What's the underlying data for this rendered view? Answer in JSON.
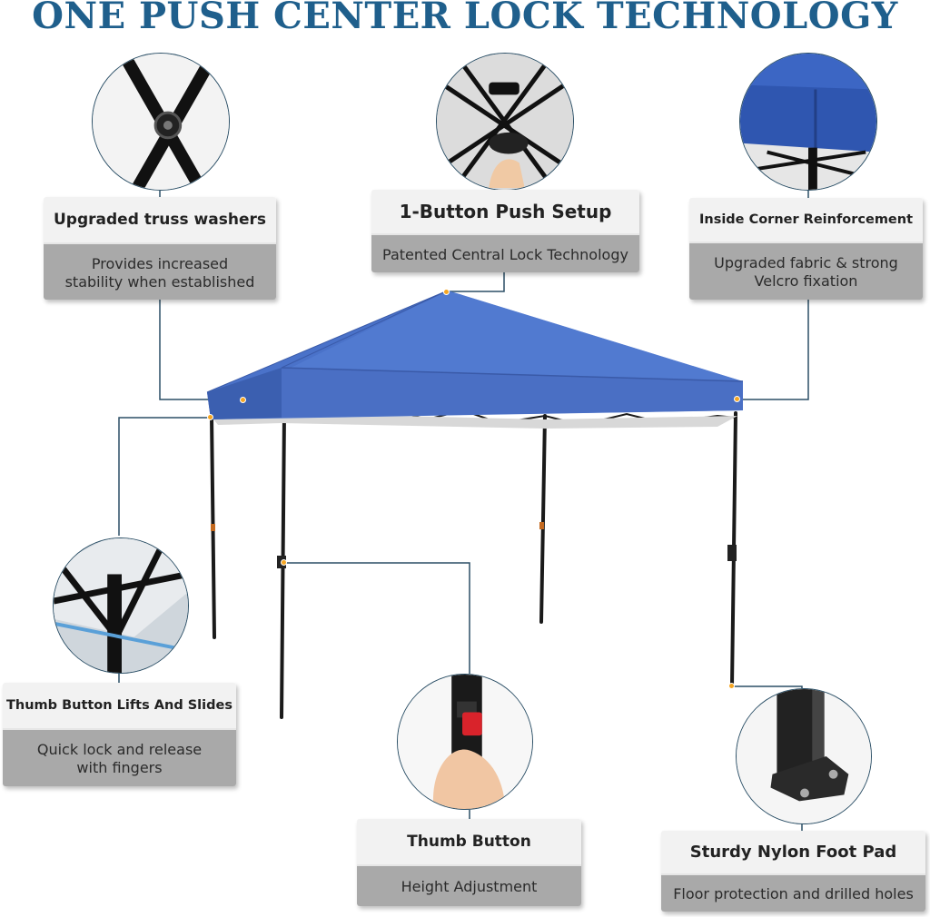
{
  "title": "ONE PUSH CENTER LOCK TECHNOLOGY",
  "colors": {
    "title": "#1f5f8c",
    "canopy": "#4a72c9",
    "canopy_dark": "#3b5fb0",
    "frame": "#1a1a1a",
    "leader_line": "#2b4f66",
    "marker": "#f5a623",
    "card_head": "#f2f2f2",
    "card_body": "#a9a9a9"
  },
  "features": [
    {
      "heading": "Upgraded truss washers",
      "body": "Provides increased\nstability when established",
      "icon": "truss-washer-closeup"
    },
    {
      "heading": "1-Button Push Setup",
      "body": "Patented Central Lock Technology",
      "icon": "center-lock-hub-closeup"
    },
    {
      "heading": "Inside Corner Reinforcement",
      "body": "Upgraded fabric & strong\nVelcro fixation",
      "icon": "canopy-corner-closeup"
    },
    {
      "heading": "Thumb Button Lifts And Slides",
      "body": "Quick lock and release\nwith fingers",
      "icon": "slider-joint-closeup"
    },
    {
      "heading": "Thumb Button",
      "body": "Height Adjustment",
      "icon": "red-thumb-button-closeup"
    },
    {
      "heading": "Sturdy Nylon Foot Pad",
      "body": "Floor protection and drilled holes",
      "icon": "foot-pad-closeup"
    }
  ],
  "product": "canopy-tent-illustration"
}
